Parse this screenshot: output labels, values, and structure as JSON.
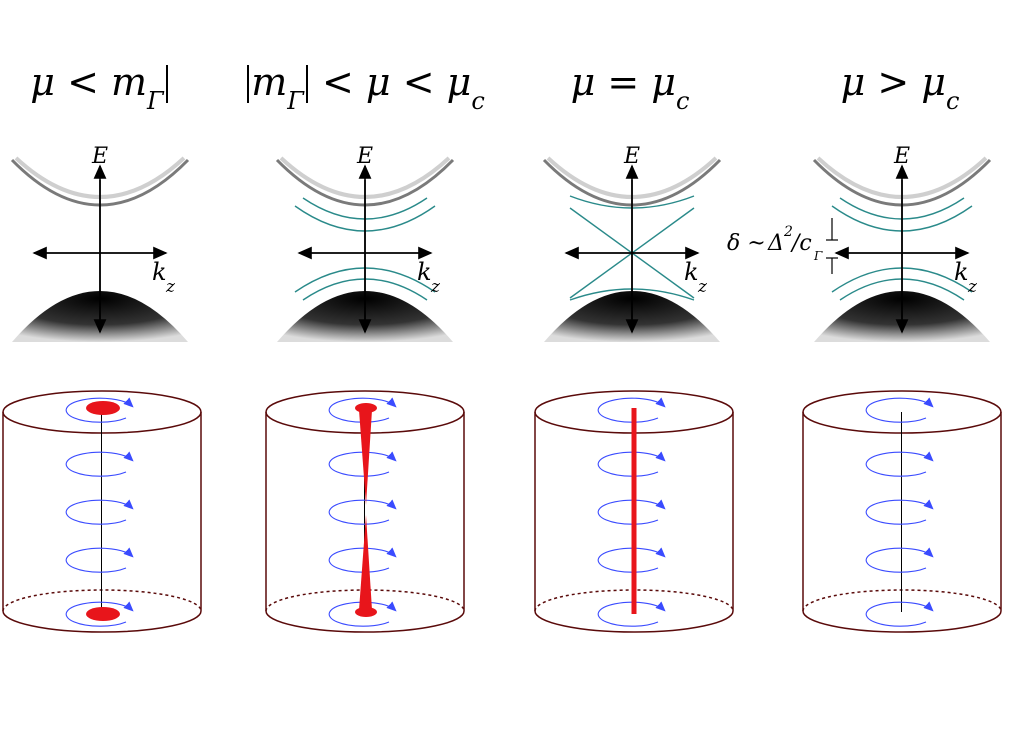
{
  "panels": [
    {
      "id": "p1",
      "title": {
        "pre_bar": false,
        "main": "μ < ",
        "m": "m",
        "m_sub": "Γ",
        "post_bar": true,
        "rel2": "",
        "mu2": "",
        "mu2_sub": ""
      },
      "band_lines": "none",
      "vortex": "dots"
    },
    {
      "id": "p2",
      "title": {
        "pre_bar": true,
        "main": "",
        "m": "m",
        "m_sub": "Γ",
        "post_bar": true,
        "rel2": " < μ < ",
        "mu2": "μ",
        "mu2_sub": "c"
      },
      "band_lines": "gapped",
      "vortex": "hourglass"
    },
    {
      "id": "p3",
      "title": {
        "pre_bar": false,
        "main": "μ = ",
        "m": "",
        "m_sub": "",
        "post_bar": false,
        "rel2": "",
        "mu2": "μ",
        "mu2_sub": "c"
      },
      "band_lines": "crossing",
      "vortex": "line"
    },
    {
      "id": "p4",
      "title": {
        "pre_bar": false,
        "main": "μ > ",
        "m": "",
        "m_sub": "",
        "post_bar": false,
        "rel2": "",
        "mu2": "μ",
        "mu2_sub": "c"
      },
      "band_lines": "gapped",
      "vortex": "none"
    }
  ],
  "axis_labels": {
    "energy": "E",
    "momentum": "k",
    "momentum_sub": "z"
  },
  "gap_annotation": {
    "delta": "δ ~ ",
    "Delta": "Δ",
    "sup": "2",
    "slash": "/c",
    "sub": "Γ"
  },
  "colors": {
    "band_line": "#2a8a8a",
    "vortex_core": "#e8151b",
    "cylinder": "#5a0a0a",
    "circulation": "#3a4bff",
    "axis": "#000000"
  }
}
